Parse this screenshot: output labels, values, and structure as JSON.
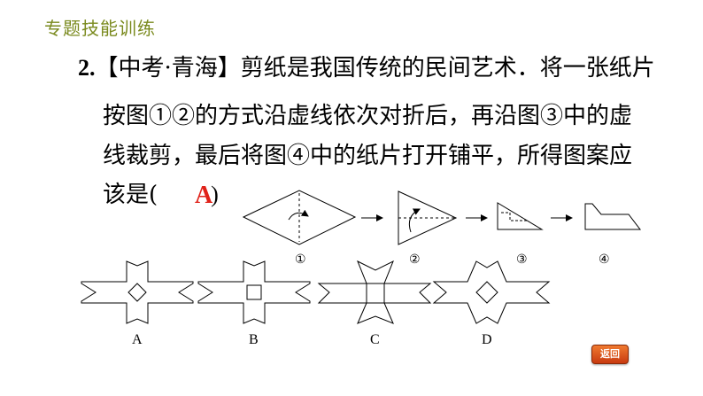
{
  "header": {
    "title": "专题技能训练"
  },
  "question": {
    "number": "2.",
    "line1": "【中考·青海】剪纸是我国传统的民间艺术．将一张纸片",
    "line2": "按图①②的方式沿虚线依次对折后，再沿图③中的虚",
    "line3": "线裁剪，最后将图④中的纸片打开铺平，所得图案应",
    "line4_prefix": "该是(",
    "line4_suffix": ")",
    "answer": "A"
  },
  "figures": {
    "labels": [
      "①",
      "②",
      "③",
      "④"
    ]
  },
  "options": {
    "labels": [
      "A",
      "B",
      "C",
      "D"
    ]
  },
  "back_button": {
    "label": "返回"
  }
}
